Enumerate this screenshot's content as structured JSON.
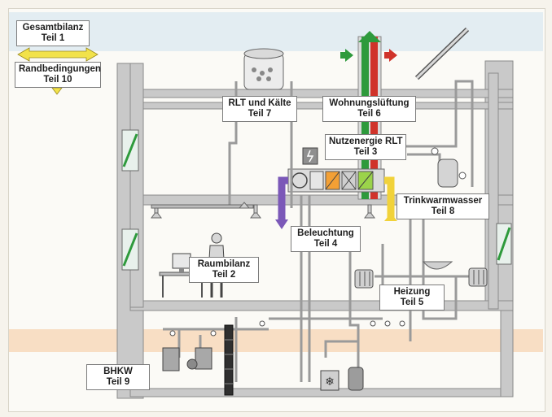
{
  "labels": {
    "gesamtbilanz": {
      "line1": "Gesamtbilanz",
      "line2": "Teil 1"
    },
    "randbedingungen": {
      "line1": "Randbedingungen",
      "line2": "Teil 10"
    },
    "rlt_kaelte": {
      "line1": "RLT und Kälte",
      "line2": "Teil 7"
    },
    "wohnungslueftung": {
      "line1": "Wohnungslüftung",
      "line2": "Teil 6"
    },
    "nutzenergie_rlt": {
      "line1": "Nutzenergie RLT",
      "line2": "Teil 3"
    },
    "trinkwarmwasser": {
      "line1": "Trinkwarmwasser",
      "line2": "Teil 8"
    },
    "beleuchtung": {
      "line1": "Beleuchtung",
      "line2": "Teil 4"
    },
    "raumbilanz": {
      "line1": "Raumbilanz",
      "line2": "Teil 2"
    },
    "heizung": {
      "line1": "Heizung",
      "line2": "Teil 5"
    },
    "bhkw": {
      "line1": "BHKW",
      "line2": "Teil 9"
    }
  },
  "colors": {
    "wall": "#c9c9c9",
    "wall_stroke": "#8a8a8a",
    "pipe": "#9a9a9a",
    "supply_air": "#2e9a3c",
    "exhaust_air": "#d0332a",
    "violet_duct": "#7b58b8",
    "yellow_duct": "#f1d23a",
    "orange_unit": "#f3a035",
    "arrow_yellow": "#f2e24a",
    "background_band_orange": "#f5c79a",
    "background_band_blue": "#cfe1ee"
  }
}
